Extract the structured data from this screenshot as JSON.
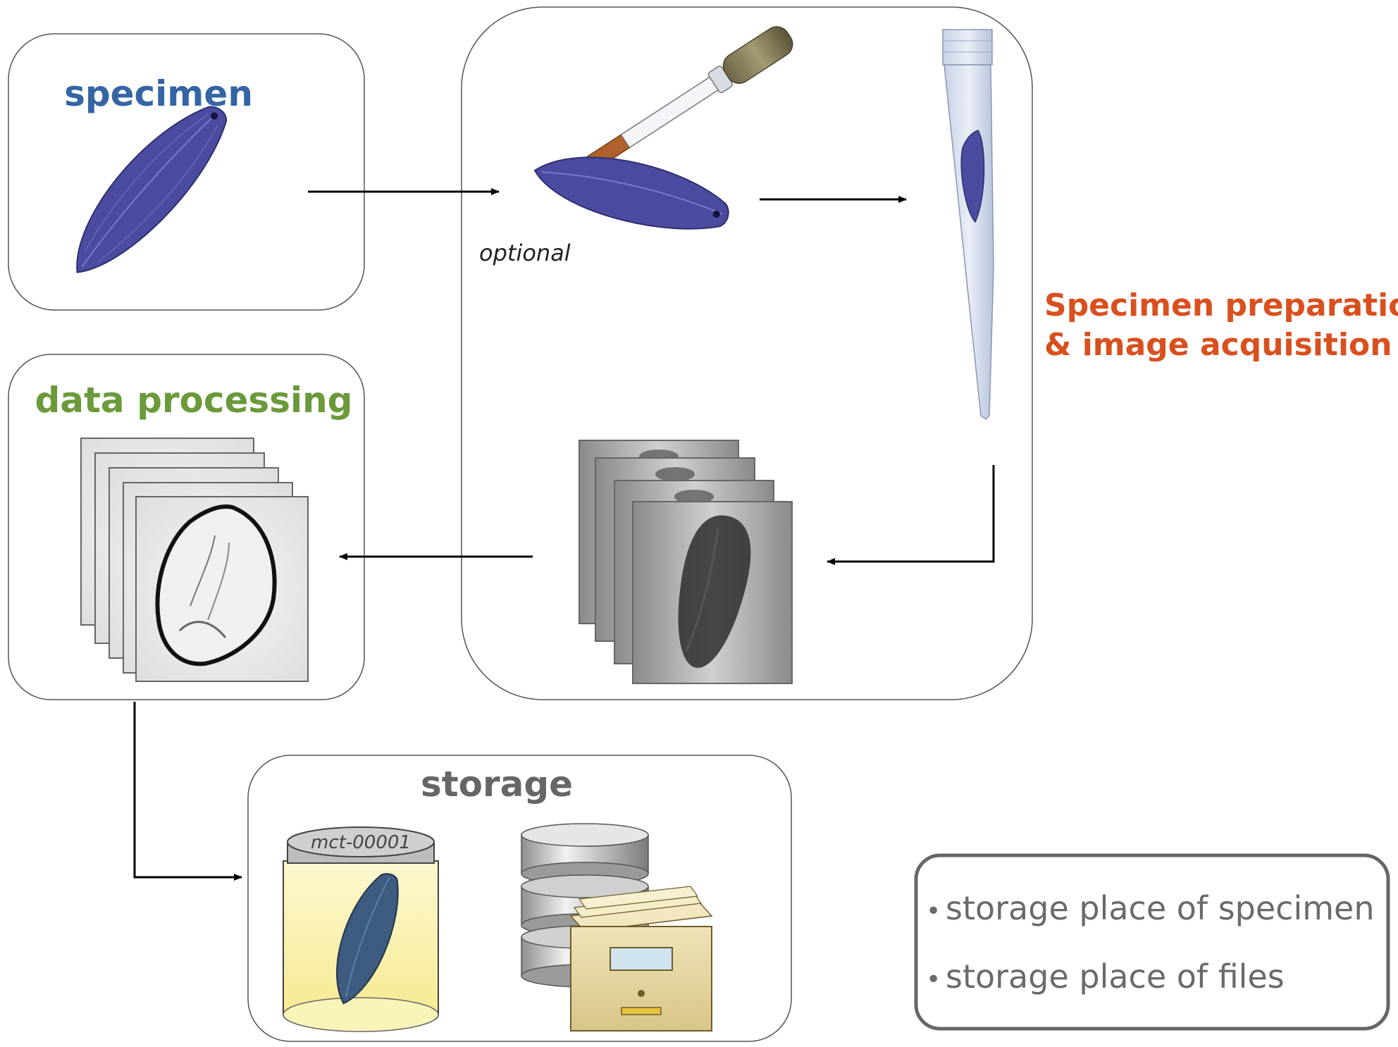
{
  "specimen_box": {
    "title": "specimen"
  },
  "preparation": {
    "optional_label": "optional",
    "title_line1": "Specimen preparation",
    "title_line2": "& image acquisition"
  },
  "processing_box": {
    "title": "data processing"
  },
  "storage_box": {
    "title": "storage",
    "jar_label": "mct-00001"
  },
  "legend": {
    "bullet": "•",
    "items": [
      "storage place of specimen",
      "storage place of files"
    ]
  },
  "colors": {
    "specimen_title": "#3465a4",
    "processing_title": "#6b9a3a",
    "preparation_title": "#d9501e",
    "storage_title": "#666666",
    "legend_text": "#6a6a6a",
    "specimen_fill": "#4b4ba0",
    "jar_specimen_fill": "#3e5b80"
  },
  "icons": {
    "specimen": "seed-specimen-icon",
    "pipette": "pipette-icon",
    "tube": "pipette-tip-tube-icon",
    "projections": "xray-projection-stack-icon",
    "slices": "reconstructed-slice-stack-icon",
    "jar": "specimen-jar-icon",
    "database": "database-file-cabinet-icon"
  }
}
